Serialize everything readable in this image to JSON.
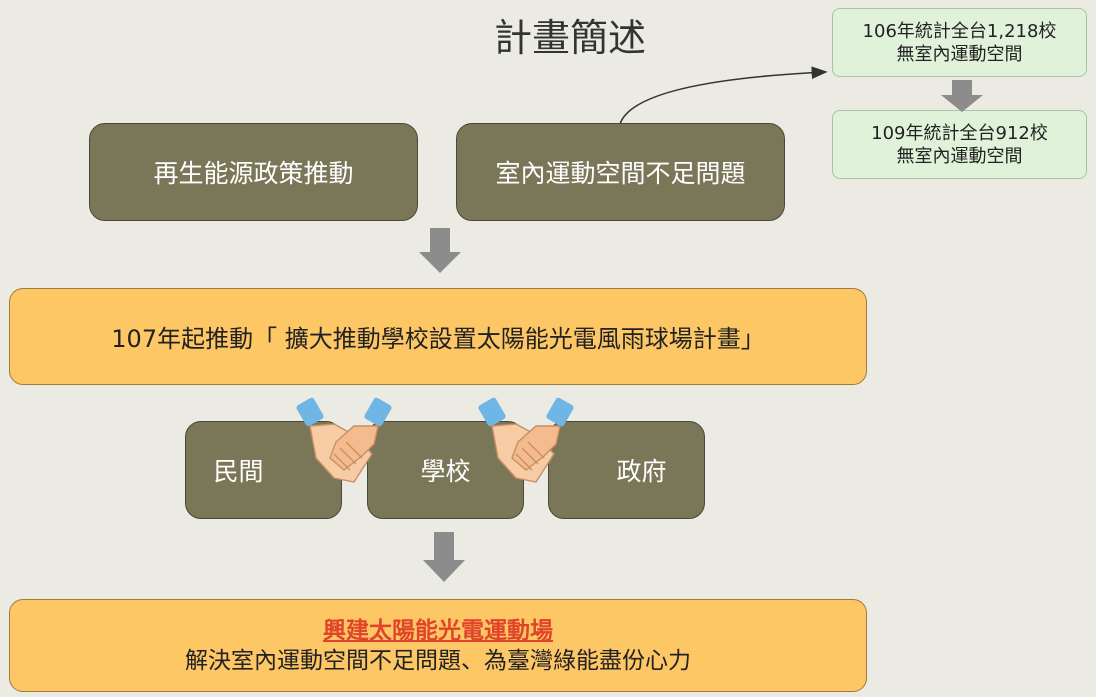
{
  "title": "計畫簡述",
  "drivers": {
    "left": "再生能源政策推動",
    "right": "室內運動空間不足問題"
  },
  "stats": {
    "box1_line1": "106年統計全台1,218校",
    "box1_line2": "無室內運動空間",
    "box2_line1": "109年統計全台912校",
    "box2_line2": "無室內運動空間"
  },
  "program": "107年起推動「 擴大推動學校設置太陽能光電風雨球場計畫」",
  "partners": {
    "left": "民間",
    "middle": "學校",
    "right": "政府"
  },
  "result": {
    "title": "興建太陽能光電運動場",
    "subtitle": "解決室內運動空間不足問題、為臺灣綠能盡份心力"
  },
  "colors": {
    "olive_box": "#7a7658",
    "gold_box": "#fec766",
    "stat_box": "#e1f2db",
    "result_title": "#e0442a",
    "arrow": "#8c8c8c"
  },
  "icons": [
    "handshake-icon",
    "handshake-icon"
  ]
}
